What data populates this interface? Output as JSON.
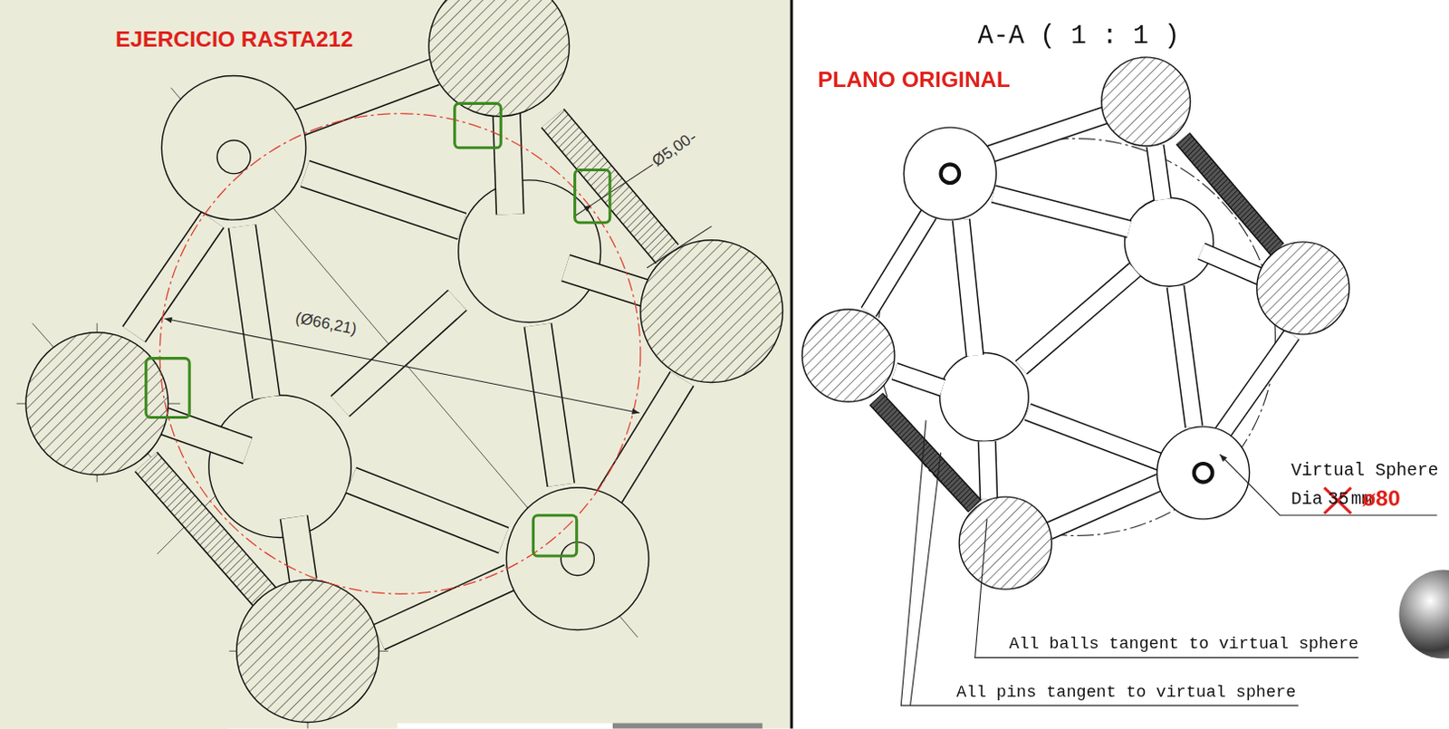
{
  "diagram": {
    "labels": [
      "EJERCICIO RASTA212",
      "(Ø66,21)",
      "Ø5,00",
      "A-A ( 1 : 1 )",
      "PLANO ORIGINAL",
      "Virtual Sphere",
      "Dia",
      "35",
      "mm",
      "ø80",
      "All balls tangent to virtual sphere",
      "All pins tangent to virtual sphere"
    ]
  }
}
